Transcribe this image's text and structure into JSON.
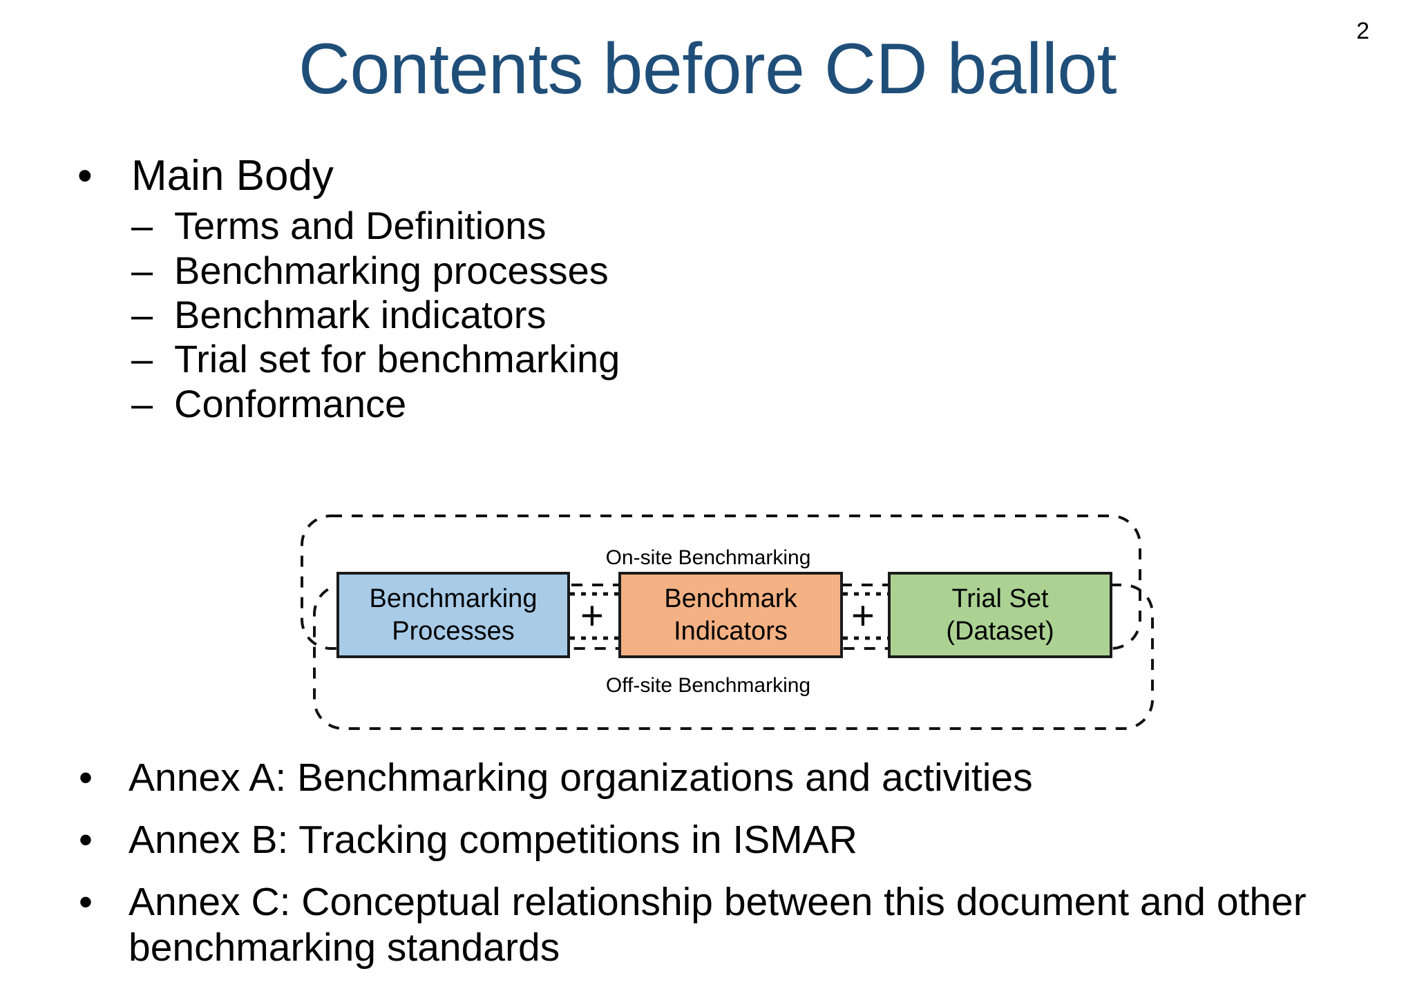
{
  "slide": {
    "page_number": "2",
    "title": "Contents before CD ballot",
    "title_color": "#1F4E79",
    "background_color": "#FFFFFF"
  },
  "content": {
    "main_bullet": {
      "label": "Main Body",
      "bullet_glyph": "•",
      "sub_bullet_glyph": "–",
      "sub_items": [
        {
          "label": "Terms and Definitions"
        },
        {
          "label": "Benchmarking processes"
        },
        {
          "label": "Benchmark indicators"
        },
        {
          "label": "Trial set for benchmarking"
        },
        {
          "label": "Conformance"
        }
      ]
    },
    "annex_bullets": [
      {
        "bullet_glyph": "•",
        "label": "Annex A: Benchmarking organizations and activities"
      },
      {
        "bullet_glyph": "•",
        "label": "Annex B: Tracking competitions in ISMAR"
      },
      {
        "bullet_glyph": "•",
        "label": "Annex C: Conceptual relationship between this document and other benchmarking standards"
      }
    ]
  },
  "diagram": {
    "groups": [
      {
        "id": "on-site",
        "label": "On-site Benchmarking"
      },
      {
        "id": "off-site",
        "label": "Off-site Benchmarking"
      }
    ],
    "boxes": [
      {
        "id": "processes",
        "line1": "Benchmarking",
        "line2": "Processes",
        "color": "#A8CBE8"
      },
      {
        "id": "indicators",
        "line1": "Benchmark",
        "line2": "Indicators",
        "color": "#F4B183"
      },
      {
        "id": "trialset",
        "line1": "Trial Set",
        "line2": "(Dataset)",
        "color": "#ACD293"
      }
    ],
    "operators": [
      {
        "id": "plus-1",
        "symbol": "+"
      },
      {
        "id": "plus-2",
        "symbol": "+"
      }
    ]
  }
}
